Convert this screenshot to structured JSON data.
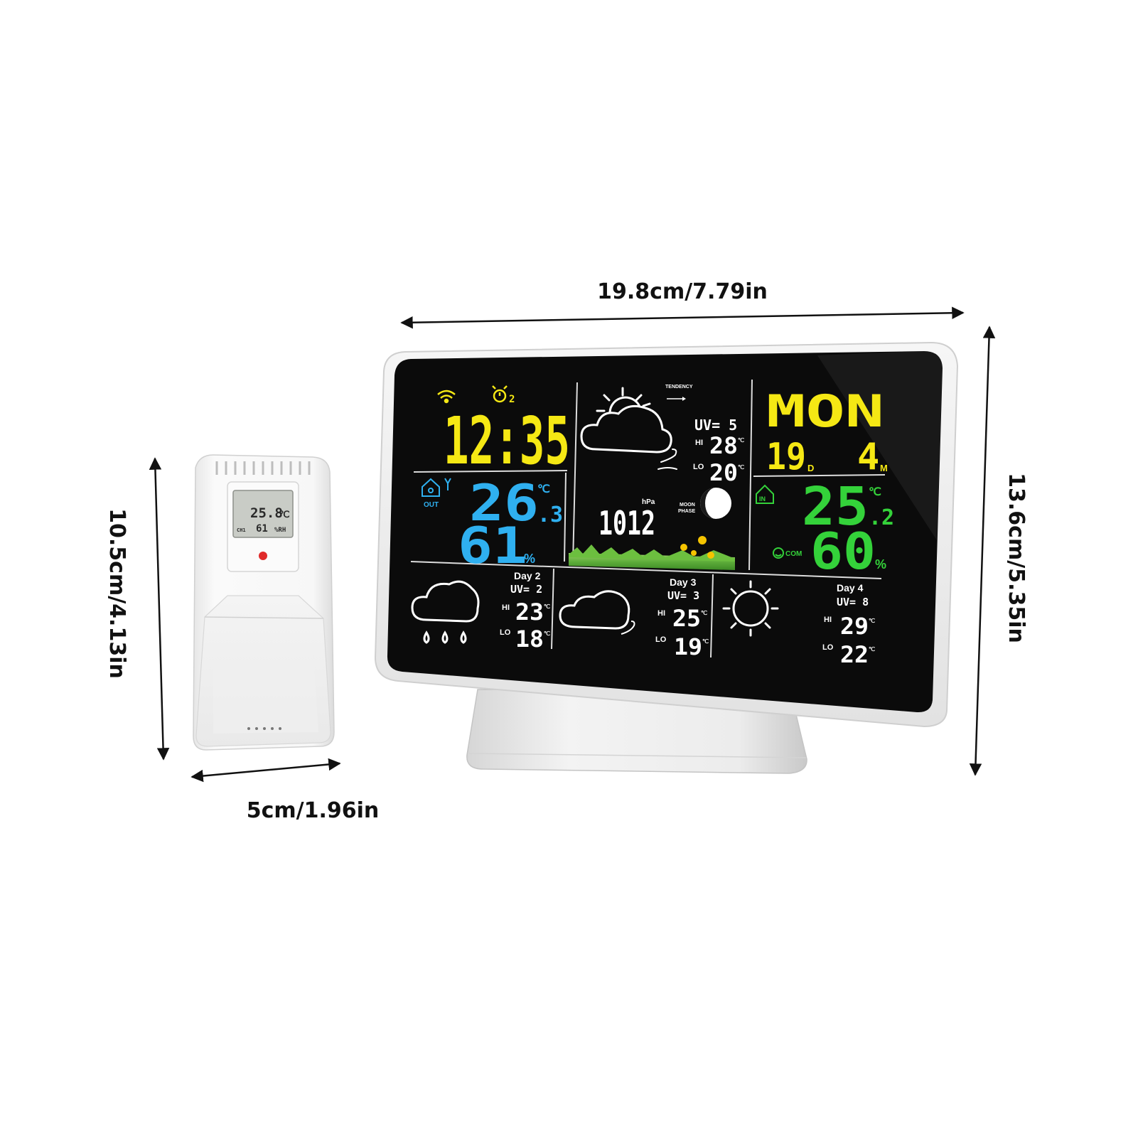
{
  "dimensions": {
    "width": "19.8cm/7.79in",
    "height": "13.6cm/5.35in",
    "sensor_height": "10.5cm/4.13in",
    "sensor_width": "5cm/1.96in"
  },
  "sensor": {
    "temp": "25.8",
    "temp_unit": "℃",
    "channel": "CH1",
    "humidity": "61",
    "humidity_unit": "%RH"
  },
  "station": {
    "time": "12:35",
    "alarm_num": "2",
    "outdoor": {
      "label": "OUT",
      "temp": "26",
      "temp_decimal": ".3",
      "temp_unit": "℃",
      "humidity": "61",
      "humidity_unit": "%"
    },
    "forecast_today": {
      "tendency_label": "TENDENCY",
      "uv": "UV= 5",
      "hi_label": "HI",
      "hi": "28",
      "lo_label": "LO",
      "lo": "20",
      "unit": "℃"
    },
    "pressure": {
      "value": "1012",
      "unit": "hPa"
    },
    "moon_label_1": "MOON",
    "moon_label_2": "PHASE",
    "date": {
      "weekday": "MON",
      "day": "19",
      "day_suffix": "D",
      "month": "4",
      "month_suffix": "M"
    },
    "indoor": {
      "label": "IN",
      "temp": "25",
      "temp_decimal": ".2",
      "temp_unit": "℃",
      "humidity": "60",
      "humidity_unit": "%",
      "comfort": "COM"
    },
    "days": [
      {
        "label": "Day 2",
        "uv": "UV= 2",
        "hi_label": "HI",
        "hi": "23",
        "lo_label": "LO",
        "lo": "18",
        "unit": "℃"
      },
      {
        "label": "Day 3",
        "uv": "UV= 3",
        "hi_label": "HI",
        "hi": "25",
        "lo_label": "LO",
        "lo": "19",
        "unit": "℃"
      },
      {
        "label": "Day 4",
        "uv": "UV= 8",
        "hi_label": "HI",
        "hi": "29",
        "lo_label": "LO",
        "lo": "22",
        "unit": "℃"
      }
    ]
  },
  "colors": {
    "time": "#f5e814",
    "outdoor": "#2fb0f0",
    "indoor": "#34d23a",
    "date": "#f5e814"
  }
}
